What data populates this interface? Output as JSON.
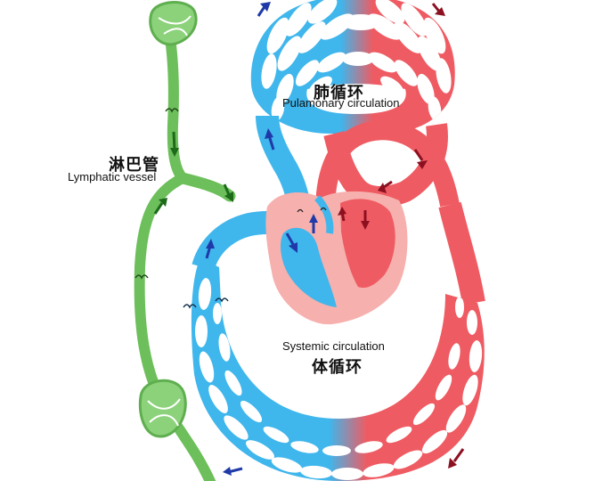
{
  "diagram": {
    "pulmonary": {
      "zh": "肺循环",
      "en": "Pulamonary circulation"
    },
    "lymphatic": {
      "zh": "淋巴管",
      "en": "Lymphatic vessel"
    },
    "systemic": {
      "zh": "体循环",
      "en": "Systemic circulation"
    }
  },
  "colors": {
    "venous": "#3fb6ec",
    "arterial": "#ef5b62",
    "lymph": "#6cbf5a",
    "heart_tissue": "#f6b0ae",
    "venous_arrow": "#1f3aa8",
    "arterial_arrow": "#8c1020",
    "lymph_arrow": "#1d6a1a"
  }
}
